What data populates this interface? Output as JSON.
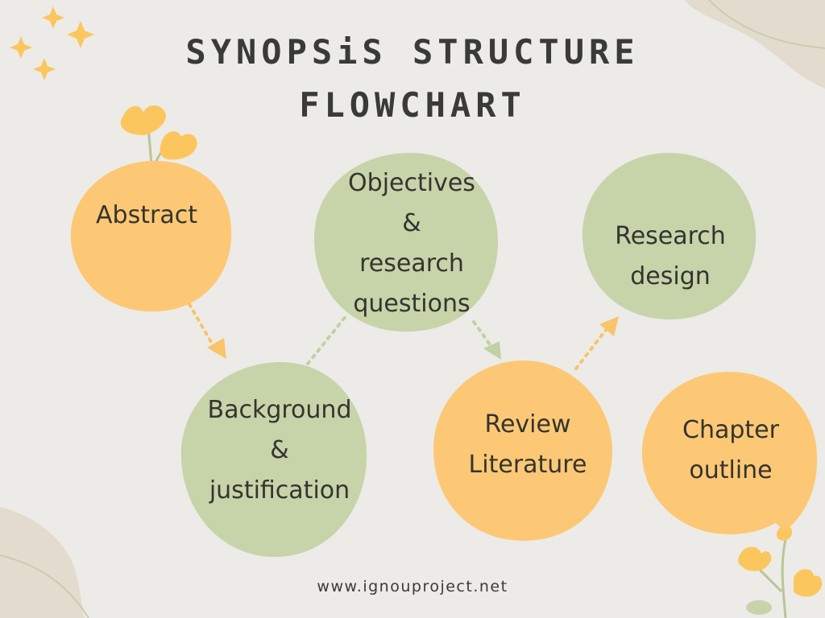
{
  "title": {
    "line1": "SYNOPSiS STRUCTURE",
    "line2": "FLOWCHART"
  },
  "nodes": {
    "abstract": {
      "lines": [
        "Abstract"
      ]
    },
    "background": {
      "lines": [
        "Background",
        "&",
        "justification"
      ]
    },
    "objectives": {
      "lines": [
        "Objectives",
        "&",
        "research",
        "questions"
      ]
    },
    "review": {
      "lines": [
        "Review",
        "Literature"
      ]
    },
    "research_design": {
      "lines": [
        "Research",
        "design"
      ]
    },
    "chapter_outline": {
      "lines": [
        "Chapter",
        "outline"
      ]
    }
  },
  "footer": "www.ignouproject.net",
  "colors": {
    "background": "#ecebe7",
    "orange_node": "#fdc875",
    "green_node": "#c7d3a9",
    "orange_arrow": "#f9c46a",
    "green_arrow": "#c2d0a4",
    "corner_blob": "#e3dbcd",
    "text": "#34342f"
  },
  "decorations": [
    "star-icon",
    "flower-icon"
  ]
}
